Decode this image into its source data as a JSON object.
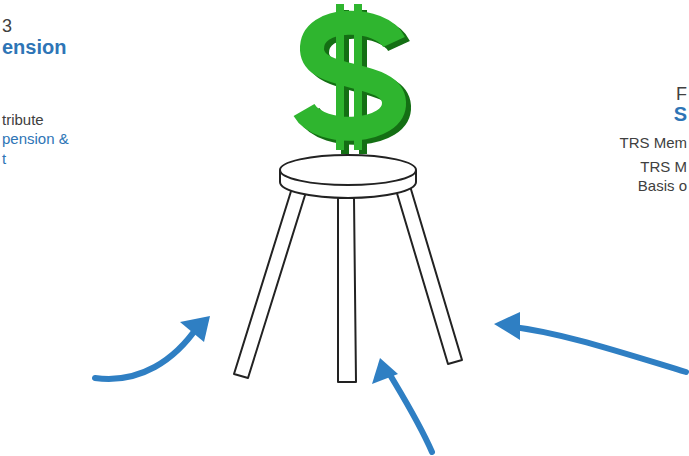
{
  "diagram": {
    "labels": [
      "3",
      "ension",
      "tribute",
      "pension &",
      "t",
      "F",
      "S",
      "TRS Mem",
      "TRS M",
      "Basis o"
    ]
  }
}
